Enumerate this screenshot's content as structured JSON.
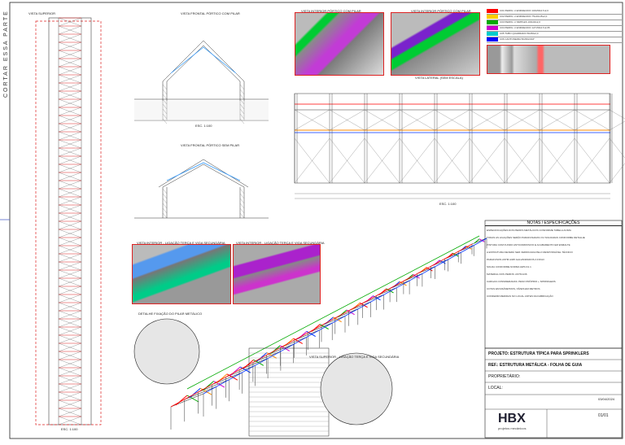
{
  "side_text": "CORTAR ESSA PARTE",
  "views": {
    "plan": "VISTA SUPERIOR",
    "front_top": "VISTA FRONTAL PÓRTICO COM PILAR",
    "front_bottom": "VISTA FRONTAL PÓRTICO SEM PILAR",
    "lateral": "VISTA LATERAL (SEM ESCALA)",
    "detail_a": "VISTA INTERIOR PÓRTICO COM PILAR",
    "detail_b": "VISTA INTERIOR PÓRTICO COM PILAR",
    "detail_c": "VISTA INTERIOR - LIGAÇÃO TERÇA E VIGA SECUNDÁRIA",
    "detail_d": "VISTA INTERIOR - LIGAÇÃO TERÇA E VIGA SECUNDÁRIA",
    "detail_e": "VISTA SUPERIOR - LIGAÇÃO TERÇA E VIGA SECUNDÁRIA",
    "detail_f": "DETALHE FIXAÇÃO DO PILAR METÁLICO",
    "scale": "ESC. 1:100"
  },
  "legend": [
    {
      "code": "C01",
      "color": "#ff0000",
      "text": "PERFIL U ENRIJECIDO 100x50x17x2,0"
    },
    {
      "code": "C02",
      "color": "#ffcc00",
      "text": "PERFIL U ENRIJECIDO 75x40x15x2,0"
    },
    {
      "code": "C03",
      "color": "#00aa00",
      "text": "PERFIL U SIMPLES 100x40x2,0"
    },
    {
      "code": "C04",
      "color": "#cc00cc",
      "text": "PERFIL U ENRIJECIDO 127x50x17x2,65"
    },
    {
      "code": "C05",
      "color": "#00cccc",
      "text": "TUBO QUADRADO 50x50x2,0"
    },
    {
      "code": "C06",
      "color": "#0000ff",
      "text": "CANTONEIRA 50x50x3/16\""
    }
  ],
  "notes_title": "NOTAS / ESPECIFICAÇÕES",
  "notes": [
    "ESPECIFICAÇÕES DOS PERFIS METÁLICOS CONFORME TABELA ACIMA",
    "TODAS AS LIGAÇÕES SERÃO PARAFUSADAS OU SOLDADAS CONFORME DETALHE",
    "PINTURA COM FUNDO ANTICORROSIVO E ACABAMENTO EM ESMALTE",
    "A ESTRUTURA DEVERÁ SER VERIFICADA PELO RESPONSÁVEL TÉCNICO",
    "PARAFUSOS ASTM A325 GALVANIZADOS A FOGO",
    "SOLDA CONFORME NORMA AWS D1.1",
    "MATERIAL DOS PERFIS: ASTM A36",
    "CARGAS CONSIDERADAS: PESO PRÓPRIO + SPRINKLERS",
    "COTAS EM MILÍMETROS, NÍVEIS EM METROS",
    "CONFERIR MEDIDAS NO LOCAL ANTES DA FABRICAÇÃO"
  ],
  "title_block": {
    "project": "PROJETO: ESTRUTURA TÍPICA PARA SPRINKLERS",
    "ref": "REF.: ESTRUTURA METÁLICA - FOLHA DE GUIA",
    "client": "PROPRIETÁRIO:",
    "local": "LOCAL:",
    "company": "HBX",
    "company_sub": "projetos mecânicos",
    "sheet": "01/01",
    "date": "03/04/2024"
  }
}
